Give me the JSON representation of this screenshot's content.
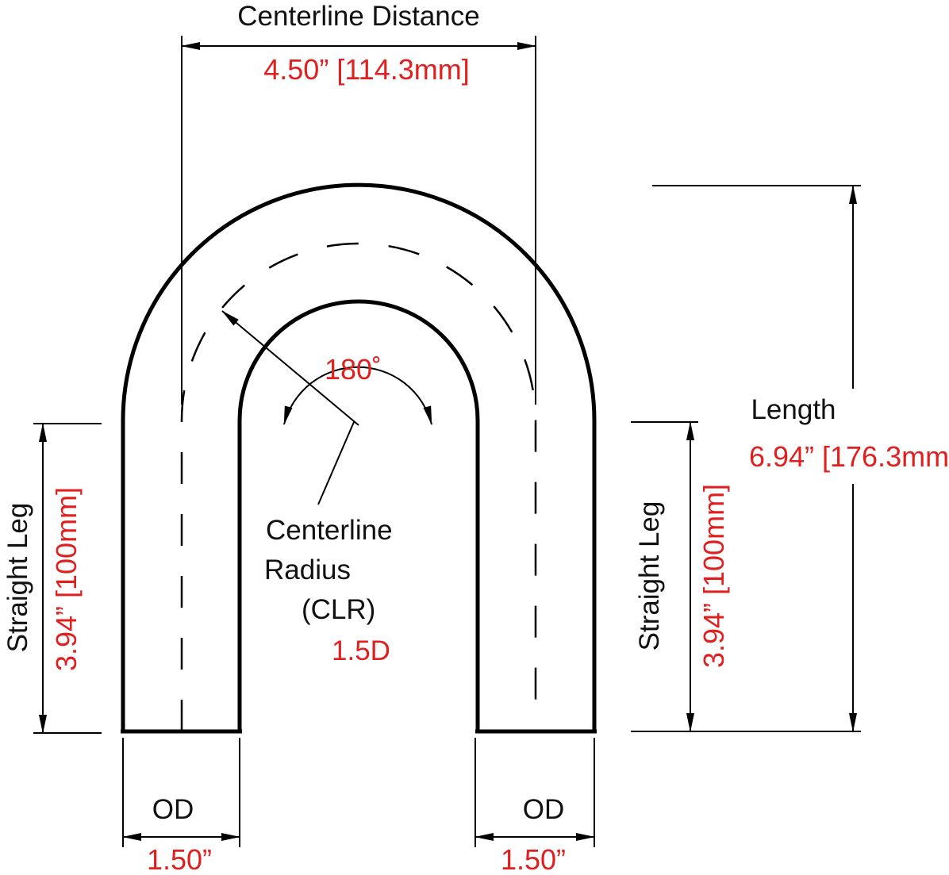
{
  "labels": {
    "centerline_distance": "Centerline Distance",
    "centerline_distance_value": "4.50” [114.3mm]",
    "length": "Length",
    "length_value": "6.94” [176.3mm]",
    "angle": "180˚",
    "straight_leg": "Straight Leg",
    "straight_leg_value": "3.94” [100mm]",
    "clr_line1": "Centerline",
    "clr_line2": "Radius",
    "clr_line3": "(CLR)",
    "clr_value": "1.5D",
    "od": "OD",
    "od_value": "1.50”"
  },
  "colors": {
    "line": "#000000",
    "label": "#111111",
    "dimension": "#e01f1f"
  }
}
